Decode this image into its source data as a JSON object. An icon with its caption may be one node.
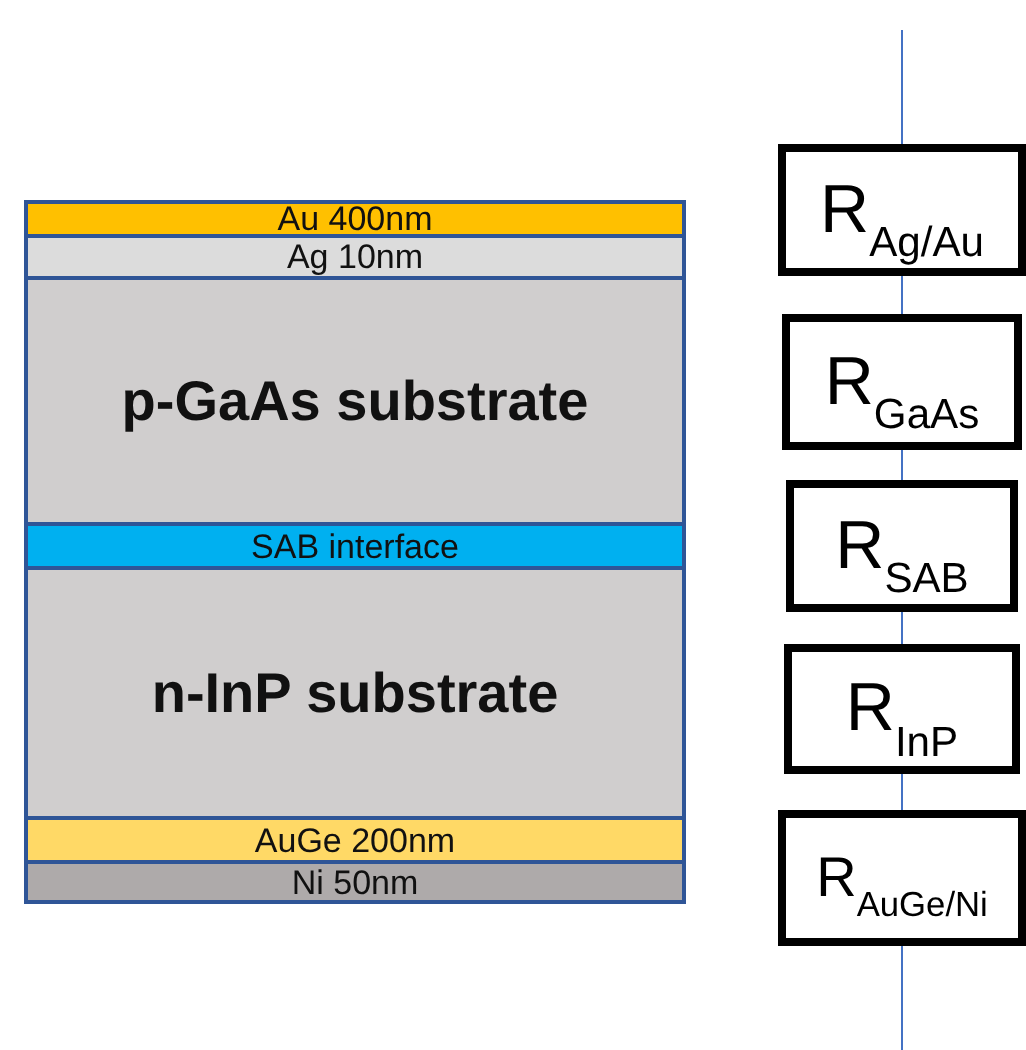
{
  "diagram": {
    "nodes": [
      {
        "text": [
          "Au 400nm"
        ]
      },
      {
        "text": [
          "Ag 10nm"
        ]
      },
      {
        "text": [
          "p-GaAs substrate"
        ]
      },
      {
        "text": [
          "SAB interface"
        ]
      },
      {
        "text": [
          "n-InP substrate"
        ]
      },
      {
        "text": [
          "AuGe 200nm"
        ]
      },
      {
        "text": [
          "Ni 50nm"
        ]
      },
      {
        "text": [
          "R$_{Ag/Au}$"
        ]
      },
      {
        "text": [
          "R$_{GaAs}$"
        ]
      },
      {
        "text": [
          "R$_{SAB}$"
        ]
      },
      {
        "text": [
          "R$_{InP}$"
        ]
      },
      {
        "text": [
          "R$_{AuGe/Ni}$"
        ]
      }
    ],
    "edges": [
      {
        "from": null,
        "to": 7,
        "arrow": "none"
      },
      {
        "from": 7,
        "to": 8,
        "arrow": "none"
      },
      {
        "from": 8,
        "to": 9,
        "arrow": "none"
      },
      {
        "from": 9,
        "to": 10,
        "arrow": "none"
      },
      {
        "from": 10,
        "to": 11,
        "arrow": "none"
      },
      {
        "from": 11,
        "to": null,
        "arrow": "none"
      }
    ]
  }
}
